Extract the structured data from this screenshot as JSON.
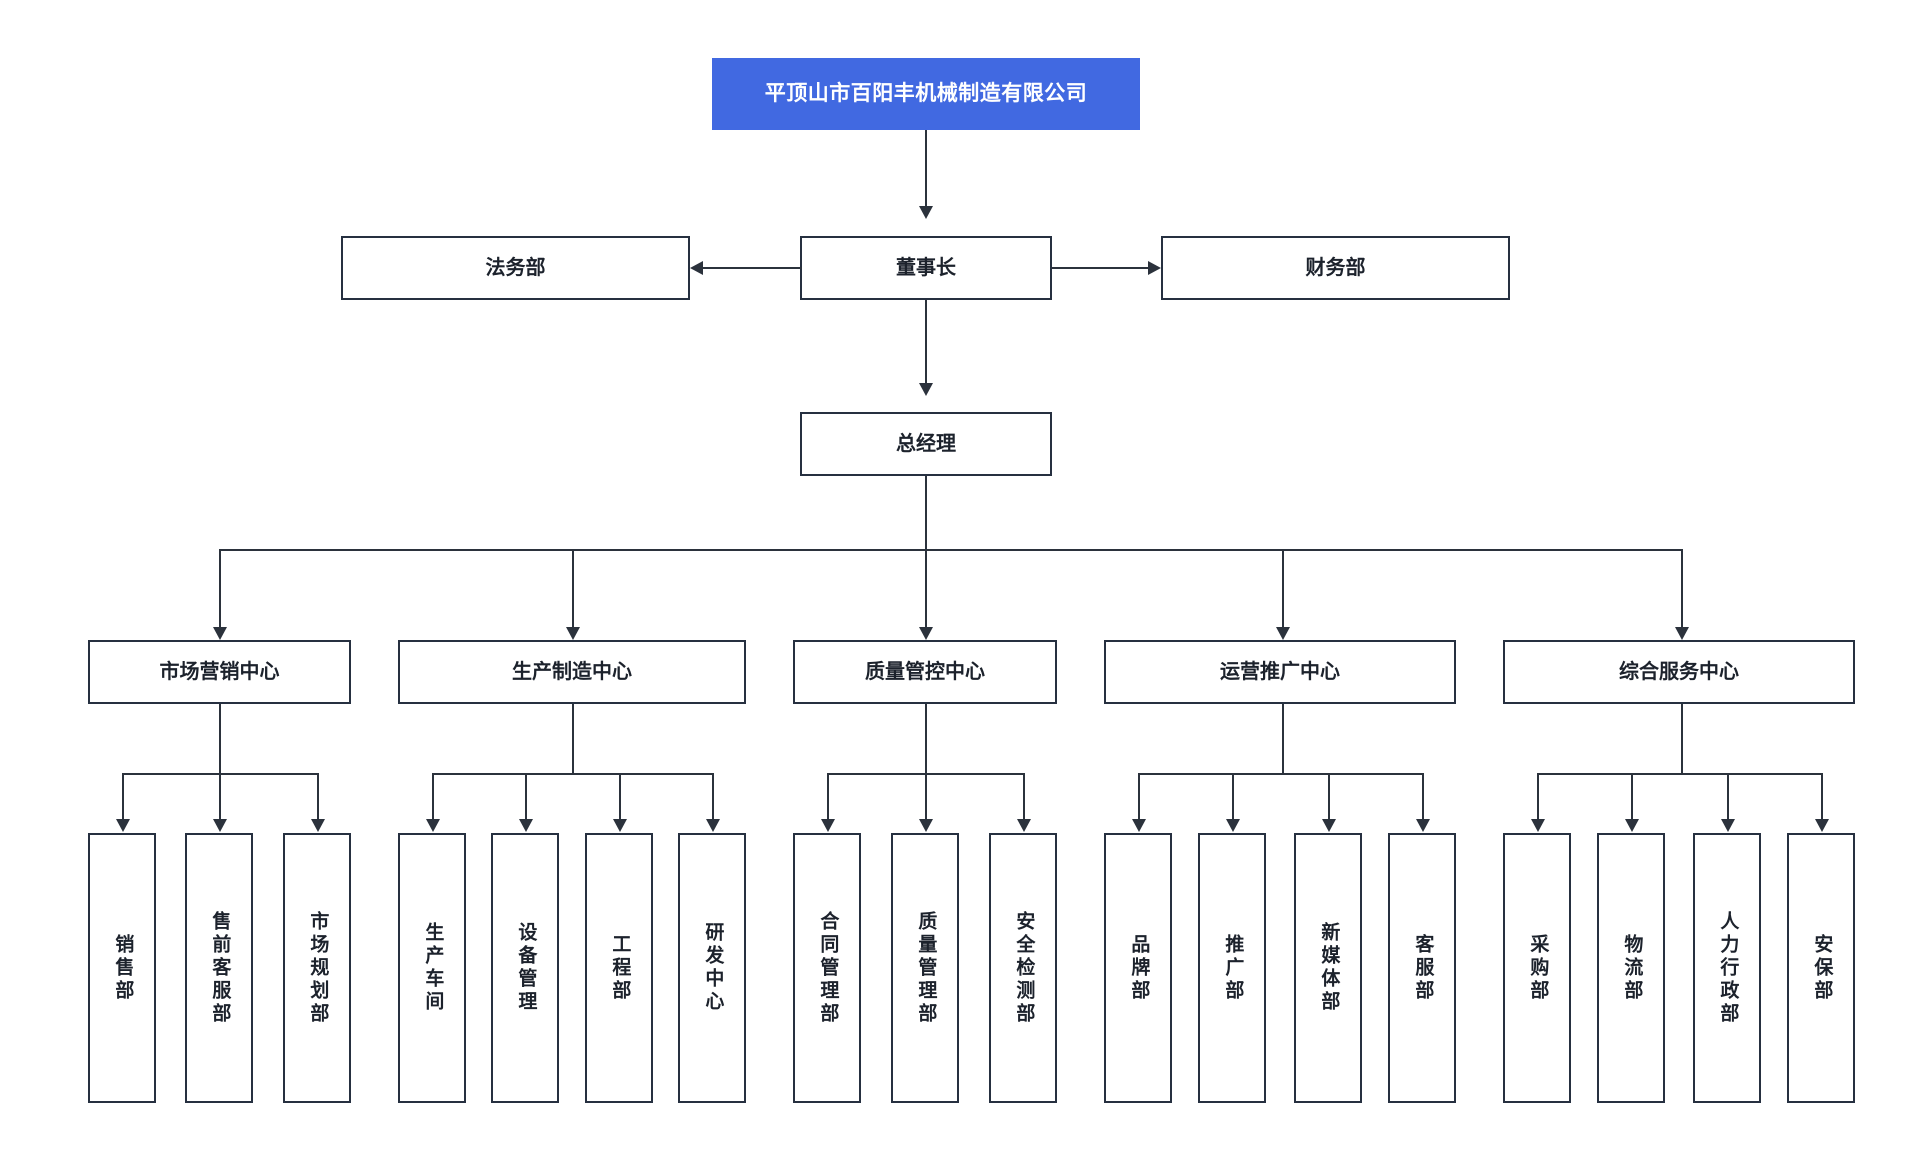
{
  "chart_data": {
    "type": "diagram",
    "diagram_kind": "organizational-chart",
    "title": "平顶山市百阳丰机械制造有限公司",
    "colors": {
      "root_fill": "#4169e1",
      "root_text": "#ffffff",
      "node_border": "#263040",
      "node_fill": "#ffffff",
      "node_text": "#1c222c",
      "connector": "#2b323c",
      "background": "#ffffff"
    },
    "levels": [
      {
        "level": 0,
        "nodes": [
          "平顶山市百阳丰机械制造有限公司"
        ]
      },
      {
        "level": 1,
        "nodes": [
          "法务部",
          "董事长",
          "财务部"
        ]
      },
      {
        "level": 2,
        "nodes": [
          "总经理"
        ]
      },
      {
        "level": 3,
        "nodes": [
          "市场营销中心",
          "生产制造中心",
          "质量管控中心",
          "运营推广中心",
          "综合服务中心"
        ]
      },
      {
        "level": 4,
        "nodes": [
          "销售部",
          "售前客服部",
          "市场规划部",
          "生产车间",
          "设备管理",
          "工程部",
          "研发中心",
          "合同管理部",
          "质量管理部",
          "安全检测部",
          "品牌部",
          "推广部",
          "新媒体部",
          "客服部",
          "采购部",
          "物流部",
          "人力行政部",
          "安保部"
        ]
      }
    ],
    "edges": [
      {
        "from": "平顶山市百阳丰机械制造有限公司",
        "to": "董事长",
        "arrow": "down"
      },
      {
        "from": "董事长",
        "to": "法务部",
        "arrow": "left"
      },
      {
        "from": "董事长",
        "to": "财务部",
        "arrow": "right"
      },
      {
        "from": "董事长",
        "to": "总经理",
        "arrow": "down"
      },
      {
        "from": "总经理",
        "to": "市场营销中心",
        "arrow": "down"
      },
      {
        "from": "总经理",
        "to": "生产制造中心",
        "arrow": "down"
      },
      {
        "from": "总经理",
        "to": "质量管控中心",
        "arrow": "down"
      },
      {
        "from": "总经理",
        "to": "运营推广中心",
        "arrow": "down"
      },
      {
        "from": "总经理",
        "to": "综合服务中心",
        "arrow": "down"
      }
    ]
  },
  "root": {
    "label": "平顶山市百阳丰机械制造有限公司"
  },
  "level1": {
    "legal": {
      "label": "法务部"
    },
    "chairman": {
      "label": "董事长"
    },
    "finance": {
      "label": "财务部"
    }
  },
  "level2": {
    "gm": {
      "label": "总经理"
    }
  },
  "centers": [
    {
      "label": "市场营销中心",
      "children": [
        {
          "label": "销售部"
        },
        {
          "label": "售前客服部"
        },
        {
          "label": "市场规划部"
        }
      ]
    },
    {
      "label": "生产制造中心",
      "children": [
        {
          "label": "生产车间"
        },
        {
          "label": "设备管理"
        },
        {
          "label": "工程部"
        },
        {
          "label": "研发中心"
        }
      ]
    },
    {
      "label": "质量管控中心",
      "children": [
        {
          "label": "合同管理部"
        },
        {
          "label": "质量管理部"
        },
        {
          "label": "安全检测部"
        }
      ]
    },
    {
      "label": "运营推广中心",
      "children": [
        {
          "label": "品牌部"
        },
        {
          "label": "推广部"
        },
        {
          "label": "新媒体部"
        },
        {
          "label": "客服部"
        }
      ]
    },
    {
      "label": "综合服务中心",
      "children": [
        {
          "label": "采购部"
        },
        {
          "label": "物流部"
        },
        {
          "label": "人力行政部"
        },
        {
          "label": "安保部"
        }
      ]
    }
  ]
}
